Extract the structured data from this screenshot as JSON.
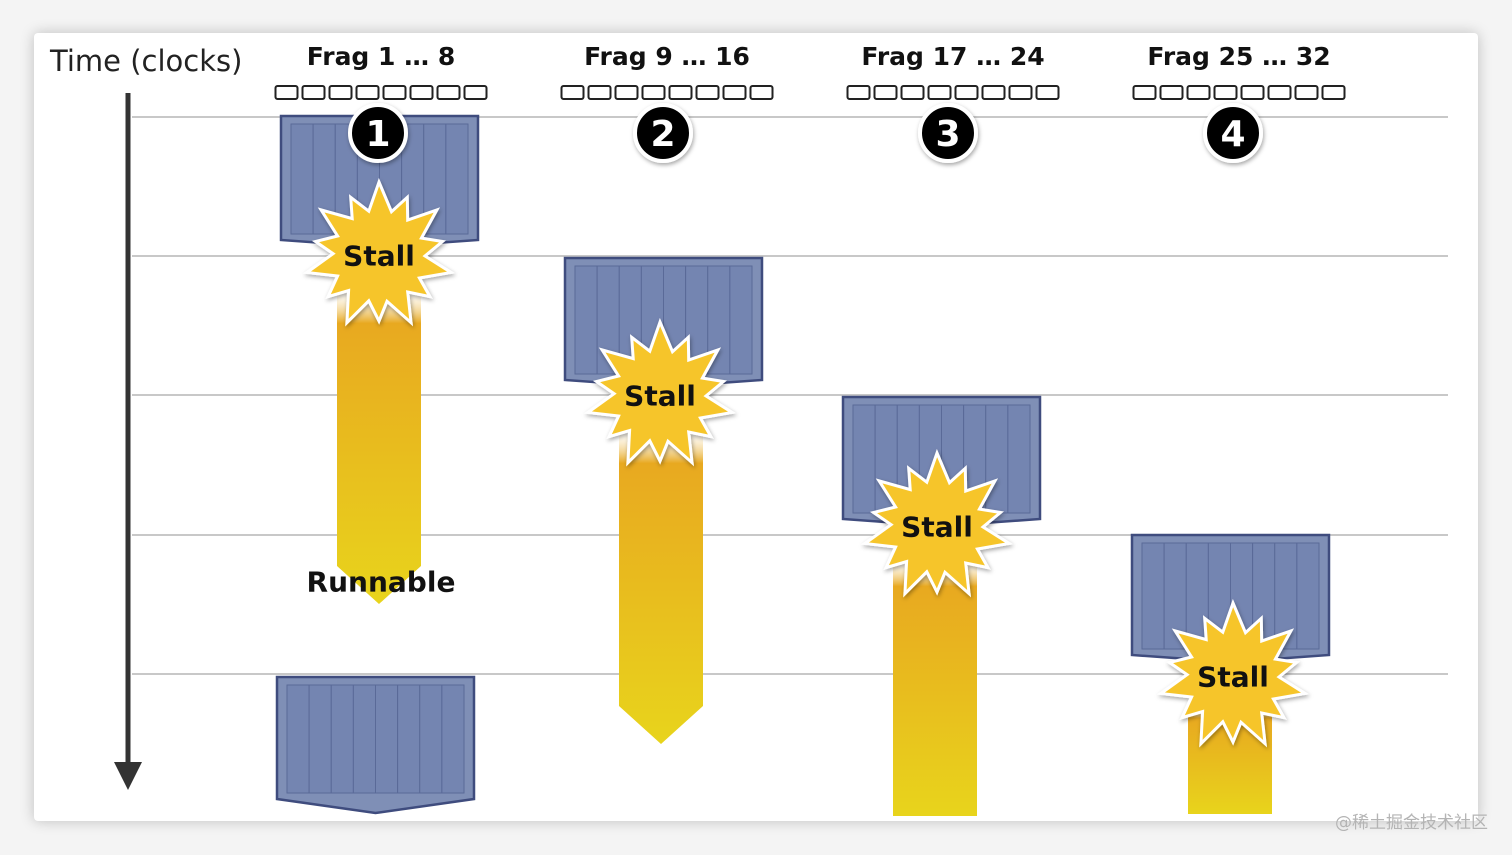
{
  "axis": {
    "label": "Time (clocks)"
  },
  "groups": [
    {
      "label": "Frag 1 … 8",
      "number": "1",
      "stall_label": "Stall"
    },
    {
      "label": "Frag 9 … 16",
      "number": "2",
      "stall_label": "Stall"
    },
    {
      "label": "Frag 17 … 24",
      "number": "3",
      "stall_label": "Stall"
    },
    {
      "label": "Frag 25 … 32",
      "number": "4",
      "stall_label": "Stall"
    }
  ],
  "runnable_label": "Runnable",
  "watermark": "@稀土掘金技术社区",
  "colors": {
    "block_fill": "#7f8fb6",
    "block_stroke": "#3f4c7e",
    "stall_burst": "#f6c52c",
    "runnable_bar_top": "#e8a920",
    "runnable_bar_bottom": "#e8d41c",
    "grid": "#c8c8c8",
    "axis": "#333333"
  }
}
